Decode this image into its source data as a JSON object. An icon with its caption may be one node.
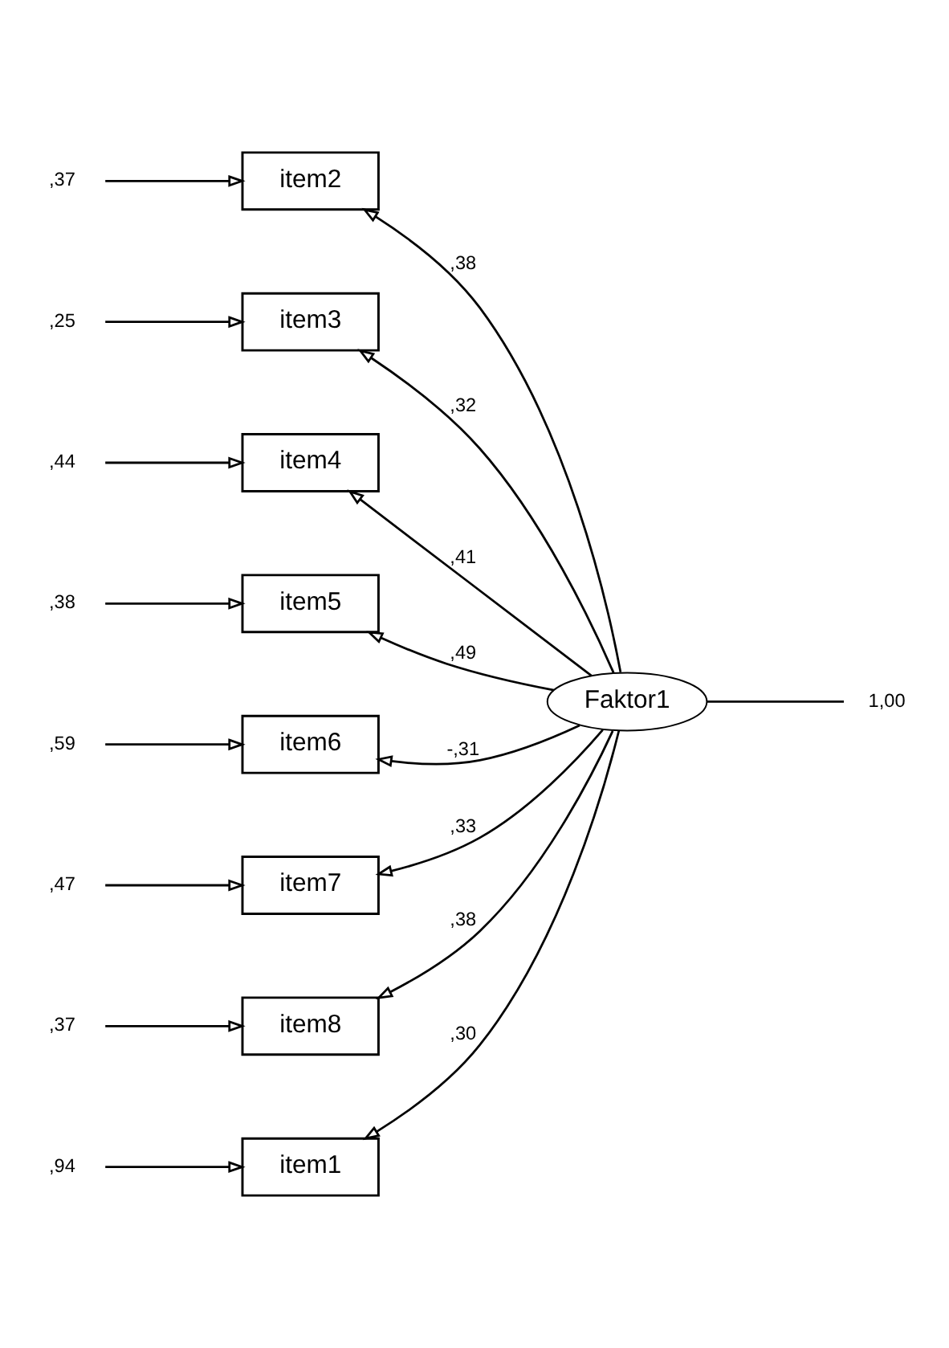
{
  "diagram": {
    "nodes": [
      {
        "text": [
          "item1"
        ]
      },
      {
        "text": [
          "item2"
        ]
      },
      {
        "text": [
          "item3"
        ]
      },
      {
        "text": [
          "item4"
        ]
      },
      {
        "text": [
          "item5"
        ]
      },
      {
        "text": [
          "item6"
        ]
      },
      {
        "text": [
          "item7"
        ]
      },
      {
        "text": [
          "item8"
        ]
      },
      {
        "text": [
          "Faktor1"
        ]
      },
      {
        "text": [
          ",94"
        ]
      },
      {
        "text": [
          ",37"
        ]
      },
      {
        "text": [
          ",25"
        ]
      },
      {
        "text": [
          ",44"
        ]
      },
      {
        "text": [
          ",38"
        ]
      },
      {
        "text": [
          ",59"
        ]
      },
      {
        "text": [
          ",47"
        ]
      },
      {
        "text": [
          ",37"
        ]
      },
      {
        "text": [
          "1,00"
        ]
      }
    ],
    "edges": [
      {
        "from": 8,
        "to": 0,
        "arrow": "to",
        "label": ",30"
      },
      {
        "from": 8,
        "to": 1,
        "arrow": "to",
        "label": ",38"
      },
      {
        "from": 8,
        "to": 2,
        "arrow": "to",
        "label": ",32"
      },
      {
        "from": 8,
        "to": 3,
        "arrow": "to",
        "label": ",41"
      },
      {
        "from": 8,
        "to": 4,
        "arrow": "to",
        "label": ",49"
      },
      {
        "from": 8,
        "to": 5,
        "arrow": "to",
        "label": "-,31"
      },
      {
        "from": 8,
        "to": 6,
        "arrow": "to",
        "label": ",33"
      },
      {
        "from": 8,
        "to": 7,
        "arrow": "to",
        "label": ",38"
      },
      {
        "from": 9,
        "to": 0,
        "arrow": "to"
      },
      {
        "from": 10,
        "to": 1,
        "arrow": "to"
      },
      {
        "from": 11,
        "to": 2,
        "arrow": "to"
      },
      {
        "from": 12,
        "to": 3,
        "arrow": "to"
      },
      {
        "from": 13,
        "to": 4,
        "arrow": "to"
      },
      {
        "from": 14,
        "to": 5,
        "arrow": "to"
      },
      {
        "from": 15,
        "to": 6,
        "arrow": "to"
      },
      {
        "from": 16,
        "to": 7,
        "arrow": "to"
      },
      {
        "from": 8,
        "to": 17,
        "arrow": "none"
      }
    ]
  }
}
